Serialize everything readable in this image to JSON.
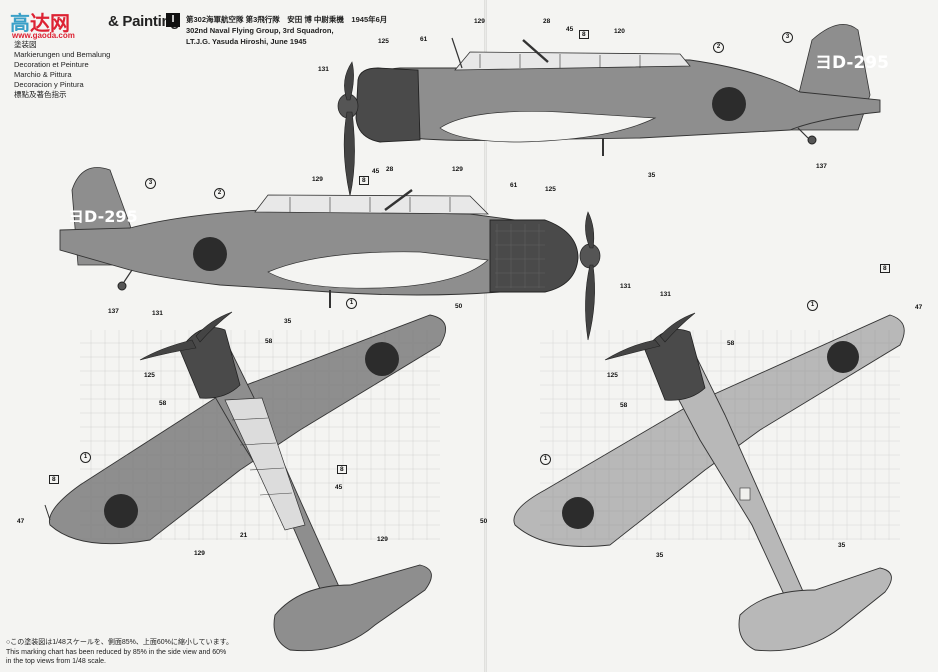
{
  "header": {
    "logo_text": "高",
    "logo_text_accent": "达网",
    "site_url": "www.gaoda.com",
    "section_title": "& Painting",
    "languages": [
      "塗装図",
      "Markierungen und Bemalung",
      "Decoration et Peinture",
      "Marchio & Pittura",
      "Decoracion y Pintura",
      "標點及著色指示"
    ]
  },
  "version": {
    "marker": "I",
    "lines": [
      "第302海軍航空隊 第3飛行隊　安田 博 中尉乗機　1945年6月",
      "302nd Naval Flying Group, 3rd Squadron,",
      "LT.J.G. Yasuda Hiroshi, June 1945"
    ]
  },
  "tail_code": "ヨD-295",
  "note": {
    "lines": [
      "○この塗装図は1/48スケールを、側面85%、上面60%に縮小しています。",
      "This marking chart has been reduced by 85% in the side view and 60%",
      "in the top views from 1/48 scale."
    ]
  },
  "callouts": {
    "c129": "129",
    "c125": "125",
    "c61": "61",
    "c131": "131",
    "c28": "28",
    "c45": "45",
    "c8": "8",
    "c120": "120",
    "c2": "2",
    "c3": "3",
    "c137": "137",
    "c35": "35",
    "c1": "1",
    "c50": "50",
    "c58": "58",
    "c47": "47",
    "c21": "21"
  },
  "colors": {
    "fuselage": "#8e8e8e",
    "engine": "#4a4a4a",
    "hinomaru": "#2c2c2c",
    "underside": "#b8b8b8",
    "background": "#f4f4f2"
  }
}
